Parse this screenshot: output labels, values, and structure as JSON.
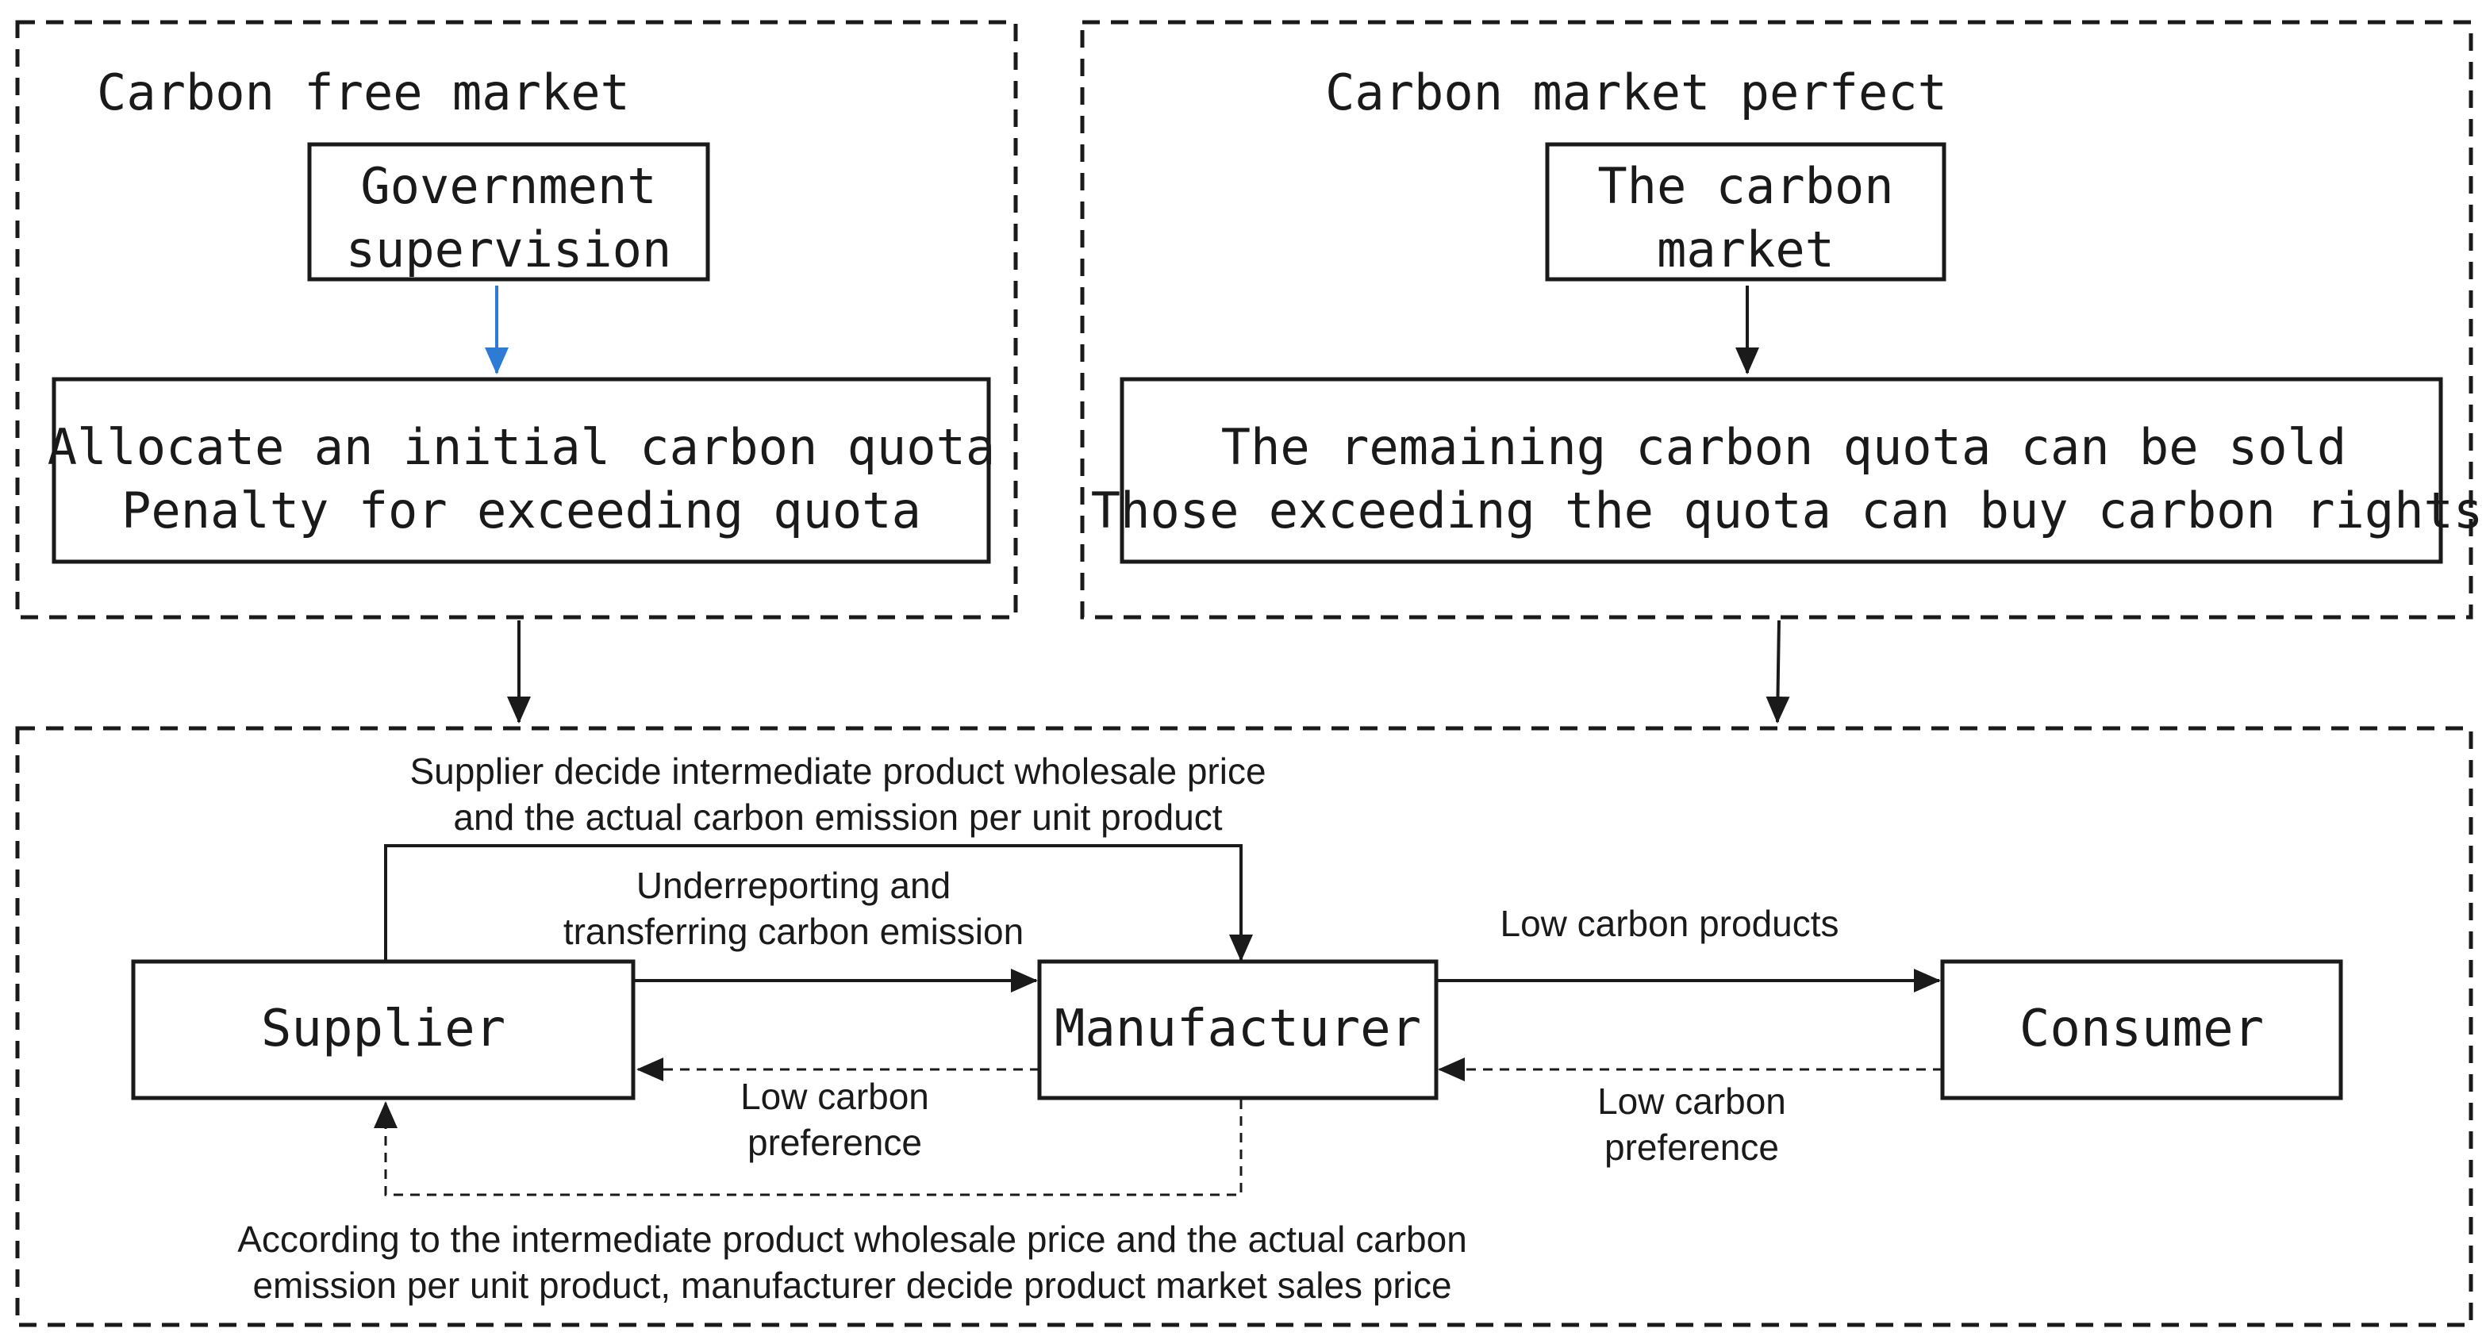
{
  "left_panel": {
    "title": "Carbon free market",
    "top_box": {
      "line1": "Government",
      "line2": "supervision"
    },
    "rule_box": {
      "line1": "Allocate an initial carbon quota",
      "line2": "Penalty for exceeding quota"
    }
  },
  "right_panel": {
    "title": "Carbon market perfect",
    "top_box": {
      "line1": "The carbon",
      "line2": "market"
    },
    "rule_box": {
      "line1": "The remaining carbon quota can be sold",
      "line2": "Those exceeding the quota can buy carbon rights"
    }
  },
  "chain": {
    "supplier": "Supplier",
    "manufacturer": "Manufacturer",
    "consumer": "Consumer",
    "supplier_decision": {
      "line1": "Supplier decide intermediate product wholesale price",
      "line2": "and the actual carbon emission per unit product"
    },
    "underreporting": {
      "line1": "Underreporting and",
      "line2": "transferring carbon emission"
    },
    "low_carbon_products": "Low carbon products",
    "pref_manufacturer": {
      "line1": "Low carbon",
      "line2": "preference"
    },
    "pref_consumer": {
      "line1": "Low carbon",
      "line2": "preference"
    },
    "manufacturer_decision": {
      "line1": "According to the intermediate product wholesale price and the actual carbon",
      "line2": "emission per unit product, manufacturer decide product market sales price"
    }
  },
  "colors": {
    "line": "#1a1a1a",
    "blue_arrow": "#2e7bd6",
    "background": "#ffffff"
  }
}
